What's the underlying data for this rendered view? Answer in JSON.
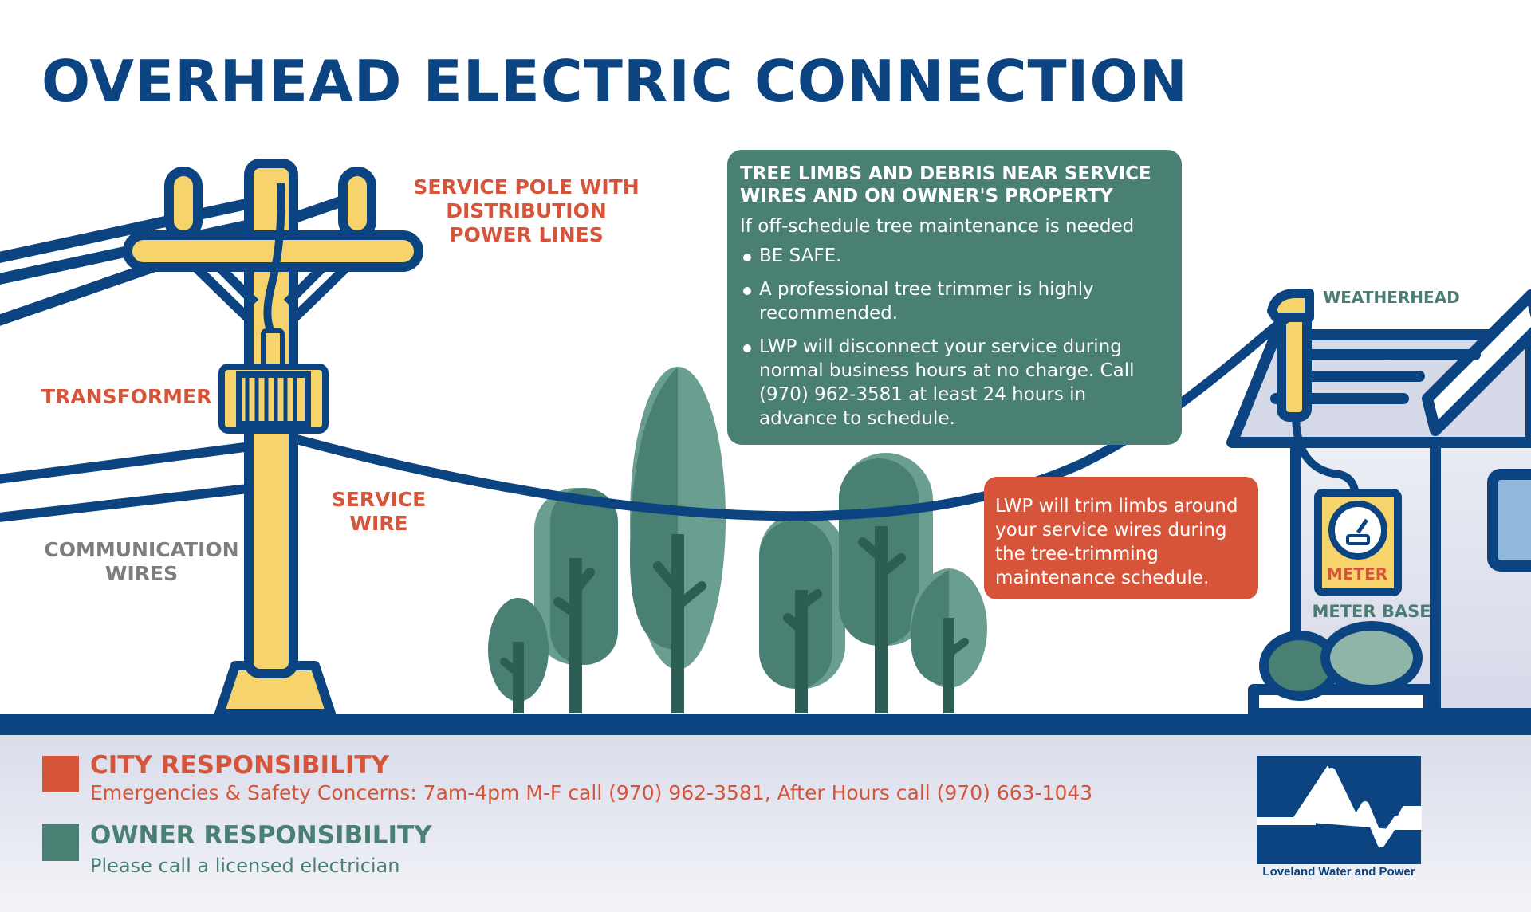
{
  "title": "OVERHEAD ELECTRIC CONNECTION",
  "labels": {
    "service_pole": "SERVICE POLE WITH DISTRIBUTION POWER LINES",
    "transformer": "TRANSFORMER",
    "service_wire": "SERVICE WIRE",
    "communication_wires": "COMMUNICATION WIRES",
    "weatherhead": "WEATHERHEAD",
    "meter": "METER",
    "meter_base": "METER BASE"
  },
  "owner_box": {
    "heading": "TREE LIMBS AND DEBRIS NEAR SERVICE WIRES AND ON OWNER'S PROPERTY",
    "intro": "If off-schedule tree maintenance is needed",
    "bullets": [
      "BE SAFE.",
      "A professional tree trimmer is highly recommended.",
      "LWP will disconnect your service during normal business hours at no charge. Call (970) 962-3581 at least 24 hours in advance to schedule."
    ]
  },
  "city_box": {
    "text": "LWP will trim limbs around your service wires during the tree-trimming maintenance schedule."
  },
  "legend": {
    "city_title": "CITY RESPONSIBILITY",
    "city_desc": "Emergencies & Safety Concerns: 7am-4pm M-F call (970) 962-3581, After Hours call (970) 663-1043",
    "owner_title": "OWNER RESPONSIBILITY",
    "owner_desc": "Please call a licensed electrician"
  },
  "logo": {
    "text": "Loveland Water and Power",
    "icon": "lwp-logo-icon"
  },
  "colors": {
    "navy": "#0b4480",
    "city_orange": "#d6553a",
    "owner_green": "#4a8073",
    "pole_yellow": "#f7d36b",
    "ground_band": "#dde0ec"
  }
}
